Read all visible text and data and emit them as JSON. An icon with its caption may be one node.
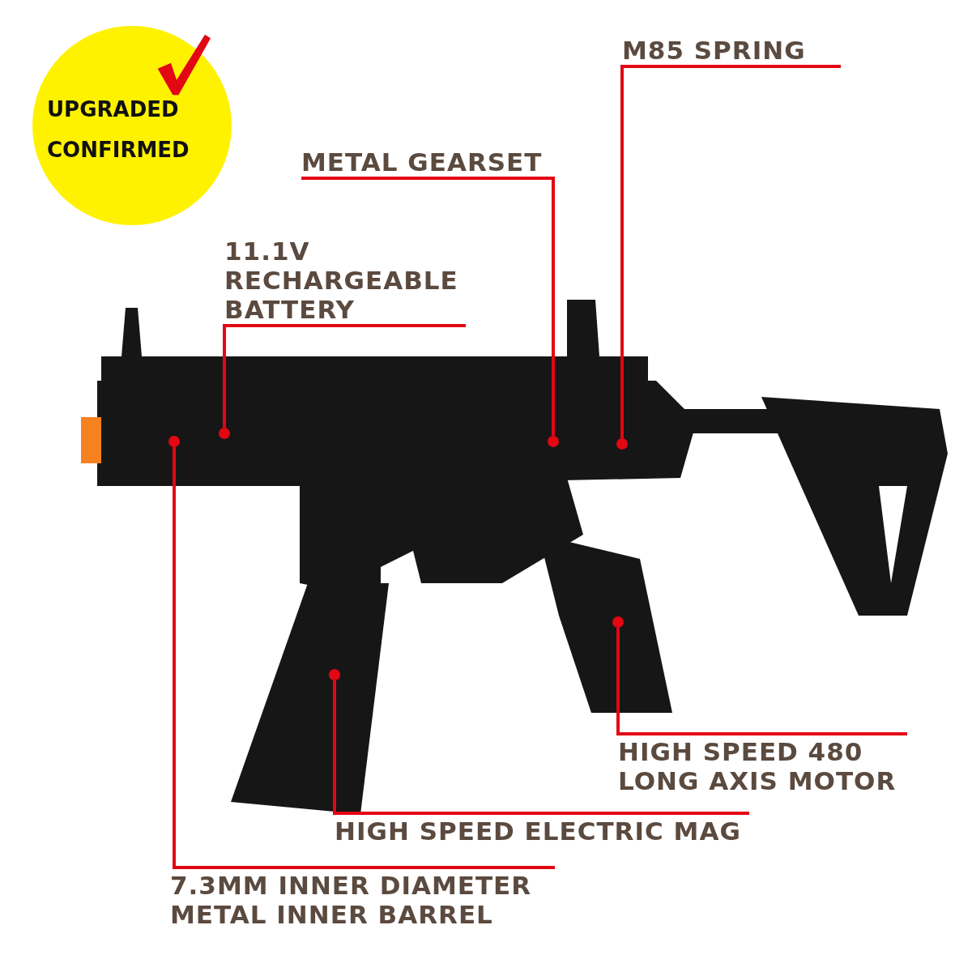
{
  "diagram": {
    "nodes": [
      {
        "text": [
          "UPGRADED CONFIRMED"
        ]
      },
      {
        "text": [
          "M85 SPRING"
        ]
      },
      {
        "text": [],
        "shape": "circle"
      },
      {
        "text": [
          "METAL GEARSET"
        ]
      },
      {
        "text": [],
        "shape": "circle"
      },
      {
        "text": [
          "11.1V RECHARGEABLE BATTERY"
        ]
      },
      {
        "text": [],
        "shape": "circle"
      },
      {
        "text": [
          "HIGH SPEED 480 LONG AXIS MOTOR"
        ]
      },
      {
        "text": [],
        "shape": "circle"
      },
      {
        "text": [
          "HIGH SPEED ELECTRIC MAG"
        ]
      },
      {
        "text": [],
        "shape": "circle"
      },
      {
        "text": [
          "7.3MM INNER DIAMETER METAL INNER BARREL"
        ]
      },
      {
        "text": [],
        "shape": "circle"
      }
    ],
    "edges": [
      {
        "from": 1,
        "to": 2,
        "arrow": "none",
        "color": "#e30613"
      },
      {
        "from": 3,
        "to": 4,
        "arrow": "none",
        "color": "#e30613"
      },
      {
        "from": 5,
        "to": 6,
        "arrow": "none",
        "color": "#e30613"
      },
      {
        "from": 7,
        "to": 8,
        "arrow": "none",
        "color": "#e30613"
      },
      {
        "from": 9,
        "to": 10,
        "arrow": "none",
        "color": "#e30613"
      },
      {
        "from": 11,
        "to": 12,
        "arrow": "none",
        "color": "#e30613"
      }
    ]
  }
}
